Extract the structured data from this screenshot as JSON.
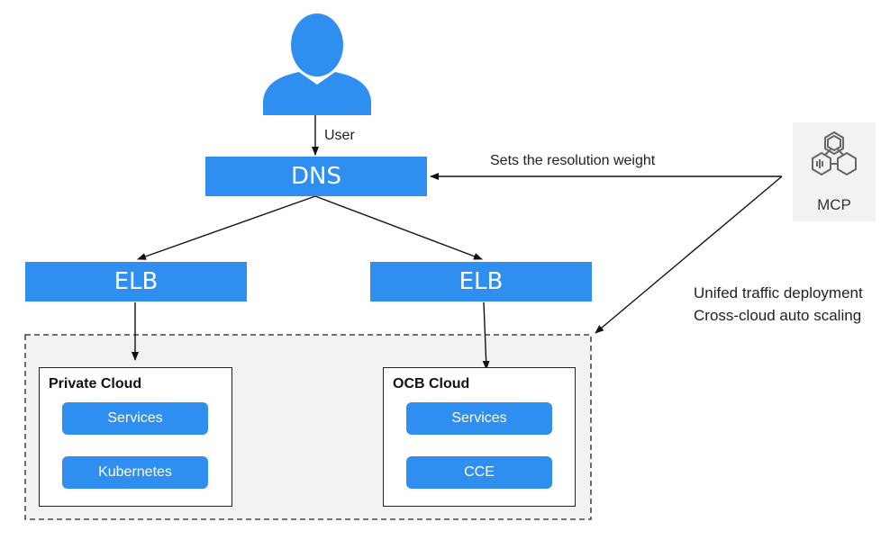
{
  "user": {
    "label": "User"
  },
  "dns": {
    "label": "DNS"
  },
  "elb_left": {
    "label": "ELB"
  },
  "elb_right": {
    "label": "ELB"
  },
  "weight_label": "Sets the resolution weight",
  "traffic_label": "Unifed traffic deployment Cross-cloud auto scaling",
  "mcp": {
    "label": "MCP"
  },
  "private_cloud": {
    "title": "Private Cloud",
    "items": [
      "Services",
      "Kubernetes"
    ]
  },
  "ocb_cloud": {
    "title": "OCB Cloud",
    "items": [
      "Services",
      "CCE"
    ]
  },
  "colors": {
    "primary": "#2f8ff0",
    "group_bg": "#f2f2f2",
    "line": "#111111"
  }
}
